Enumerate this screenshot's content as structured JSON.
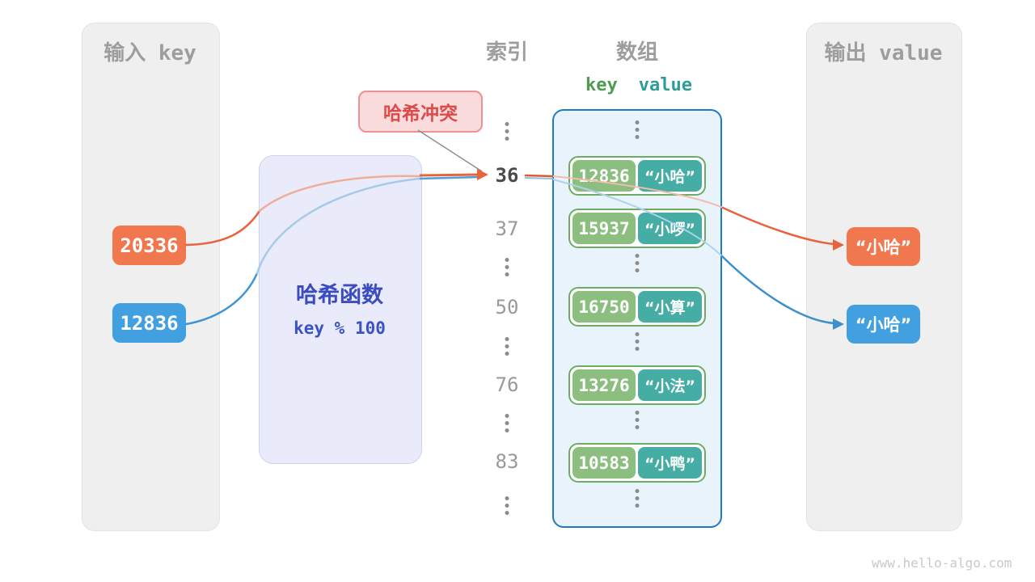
{
  "input_panel": {
    "title": "输入 key",
    "keys": [
      {
        "value": "20336",
        "color": "#F1784E"
      },
      {
        "value": "12836",
        "color": "#42A0E1"
      }
    ]
  },
  "hash_box": {
    "title": "哈希函数",
    "formula": "key % 100"
  },
  "collision_badge": {
    "label": "哈希冲突"
  },
  "index_column": {
    "title": "索引",
    "items": [
      "36",
      "37",
      "50",
      "76",
      "83"
    ],
    "highlighted": "36"
  },
  "array_panel": {
    "title": "数组",
    "key_header": "key",
    "value_header": "value",
    "rows": [
      {
        "key": "12836",
        "value": "“小哈”"
      },
      {
        "key": "15937",
        "value": "“小啰”"
      },
      {
        "key": "16750",
        "value": "“小算”"
      },
      {
        "key": "13276",
        "value": "“小法”"
      },
      {
        "key": "10583",
        "value": "“小鸭”"
      }
    ]
  },
  "output_panel": {
    "title": "输出 value",
    "values": [
      {
        "value": "“小哈”",
        "color": "#F1784E"
      },
      {
        "value": "“小哈”",
        "color": "#42A0E1"
      }
    ]
  },
  "footer": "www.hello-algo.com",
  "colors": {
    "orange_box": "#F1784E",
    "orange_arrow": "#E8643E",
    "blue_box": "#42A0E1",
    "blue_arrow": "#3E8FCB",
    "green_key_cell": "#8BBE7F",
    "teal_value_cell": "#45ADA3",
    "bucket_border": "#6EAC64",
    "array_border": "#1F7AC3",
    "array_bg": "#E8F3FB",
    "hash_box_bg": "#E9EBFA",
    "hash_text": "#3A4CC0",
    "badge_bg": "#FBDCDC",
    "badge_border": "#EF9191",
    "badge_text": "#DD4A4A",
    "panel_bg": "#EFEFEF",
    "title_gray": "#9D9D9D",
    "index_gray": "#999999",
    "index_highlight": "#4B4B4B"
  }
}
